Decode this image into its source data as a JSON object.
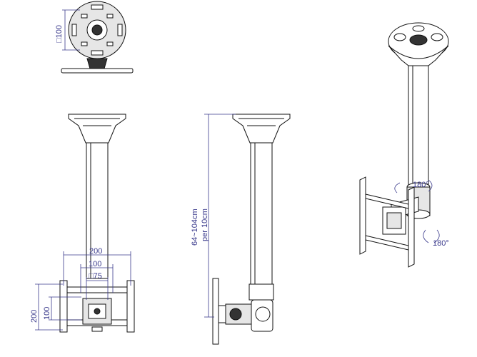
{
  "top_view": {
    "plate_dim": "□100"
  },
  "front_view": {
    "width_outer": "200",
    "width_inner": "100",
    "center_dim": "□75",
    "height_outer": "200",
    "height_inner": "100"
  },
  "side_view": {
    "height_range": "64~104cm",
    "height_step": "per 10cm"
  },
  "iso_view": {
    "rotation_top": "180°",
    "rotation_side": "180°"
  },
  "colors": {
    "line": "#111111",
    "dimension": "#3a3a8c",
    "fill": "#e6e6e6"
  }
}
